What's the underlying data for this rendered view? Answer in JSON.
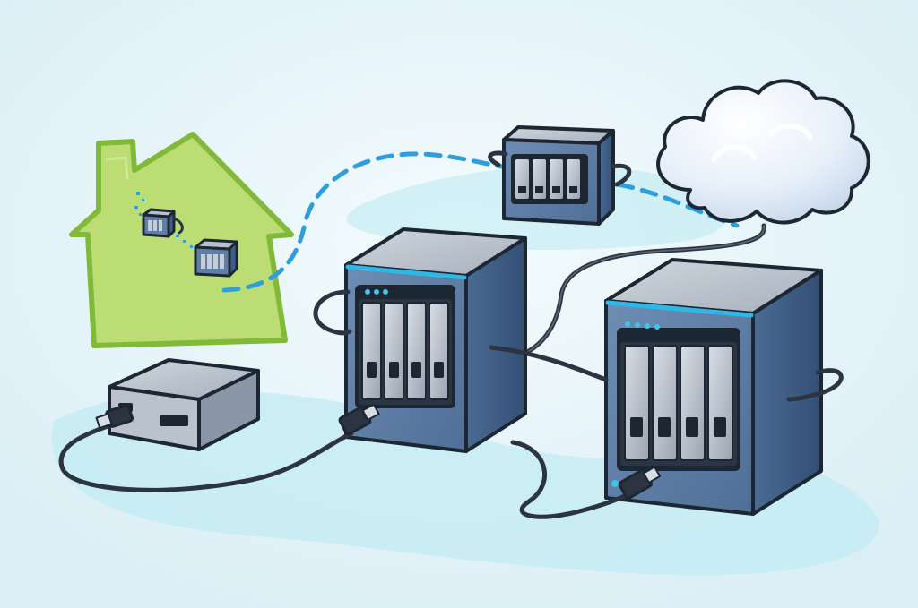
{
  "colors": {
    "background": "#e6f4f8",
    "background_glow": "#f4fbfd",
    "floor_shadow": "#c6ecf3",
    "house_fill": "#b9dc6c",
    "house_stroke": "#7cb62e",
    "nas_front": "#5e7ea6",
    "nas_side": "#3f5f88",
    "nas_top": "#b7c0cb",
    "nas_trim": "#2fb7e5",
    "drive_tray": "#c4ccd6",
    "led": "#3fc3e8",
    "cable": "#2b3440",
    "wireless_link": "#2f9fdb",
    "cloud_fill": "#e9f1fb",
    "cloud_shade": "#c4d6ea"
  },
  "elements": [
    {
      "name": "home-network",
      "icon": "house-icon"
    },
    {
      "name": "home-small-device-a",
      "icon": "mini-nas-icon"
    },
    {
      "name": "home-small-device-b",
      "icon": "mini-nas-icon"
    },
    {
      "name": "remote-nas-small",
      "icon": "nas-icon",
      "drive_bays": 4
    },
    {
      "name": "nas-primary",
      "icon": "nas-icon",
      "drive_bays": 4
    },
    {
      "name": "nas-secondary",
      "icon": "nas-icon",
      "drive_bays": 4
    },
    {
      "name": "external-usb-drive",
      "icon": "hard-drive-icon"
    },
    {
      "name": "cloud-storage",
      "icon": "cloud-icon"
    }
  ],
  "connections": [
    {
      "from": "home-network",
      "to": "remote-nas-small",
      "type": "wireless"
    },
    {
      "from": "remote-nas-small",
      "to": "cloud-storage",
      "type": "wireless"
    },
    {
      "from": "external-usb-drive",
      "to": "nas-primary",
      "type": "usb-cable"
    },
    {
      "from": "nas-primary",
      "to": "nas-secondary",
      "type": "network-cable"
    },
    {
      "from": "nas-secondary",
      "to": "cloud-storage",
      "type": "network-cable"
    }
  ]
}
